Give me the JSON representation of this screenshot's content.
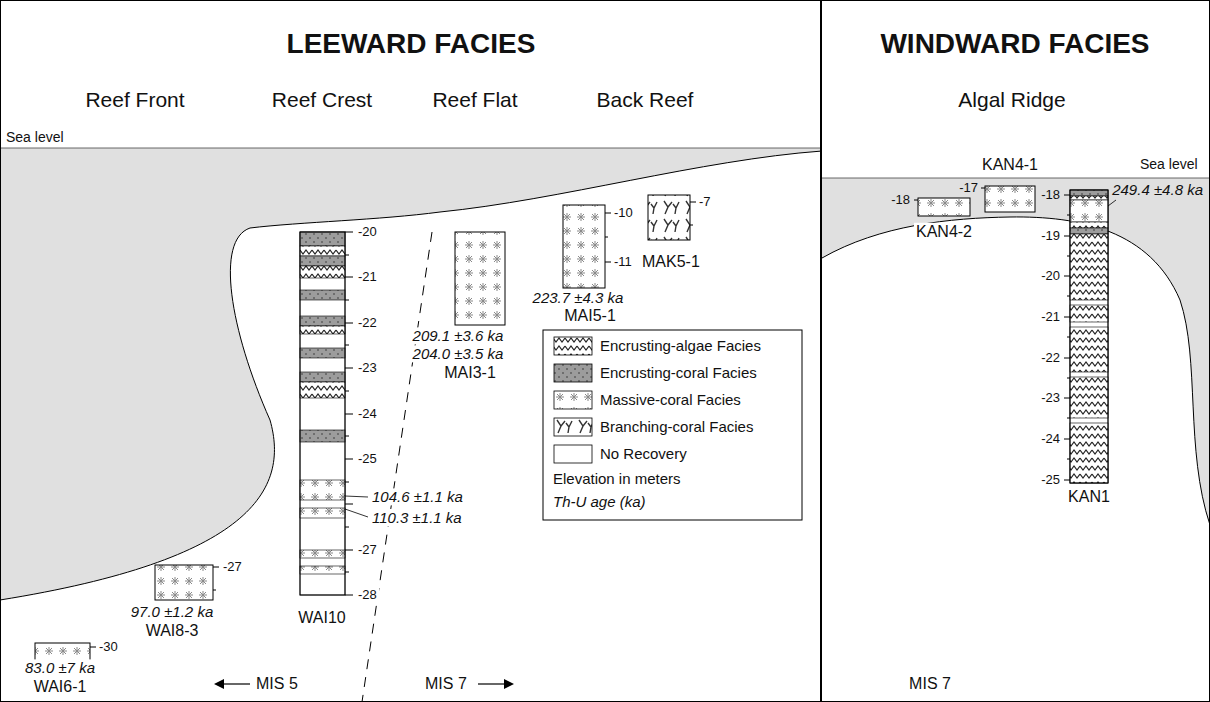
{
  "diagram": {
    "nodes": [
      {
        "text": [
          "LEEWARD FACIES"
        ]
      },
      {
        "text": [
          "WINDWARD FACIES"
        ]
      }
    ],
    "labels": [
      "Reef Front",
      "Reef Crest",
      "Reef Flat",
      "Back Reef",
      "Sea level",
      "-20",
      "-21",
      "-22",
      "-23",
      "-24",
      "-25",
      "104.6 ±1.1 ka",
      "110.3 ±1.1 ka",
      "-27",
      "-28",
      "WAI10",
      "-27",
      "97.0 ±1.2 ka",
      "WAI8-3",
      "-30",
      "83.0 ±7 ka",
      "WAI6-1",
      "209.1 ±3.6 ka",
      "204.0 ±3.5 ka",
      "MAI3-1",
      "-10",
      "-11",
      "223.7 ±4.3 ka",
      "MAI5-1",
      "-7",
      "MAK5-1",
      "MIS 5",
      "MIS 7",
      "Algal Ridge",
      "Sea level",
      "KAN4-1",
      "-17",
      "-18",
      "KAN4-2",
      "249.4 ±4.8 ka",
      "-18",
      "-19",
      "-20",
      "-21",
      "-22",
      "-23",
      "-24",
      "-25",
      "KAN1",
      "MIS 7"
    ],
    "legend": [
      {
        "text": "Encrusting-algae Facies"
      },
      {
        "text": "Encrusting-coral Facies"
      },
      {
        "text": "Massive-coral Facies"
      },
      {
        "text": "Branching-coral Facies"
      },
      {
        "text": "No Recovery"
      },
      {
        "text": "Elevation in meters"
      },
      {
        "text": "Th-U age (ka)"
      }
    ]
  }
}
